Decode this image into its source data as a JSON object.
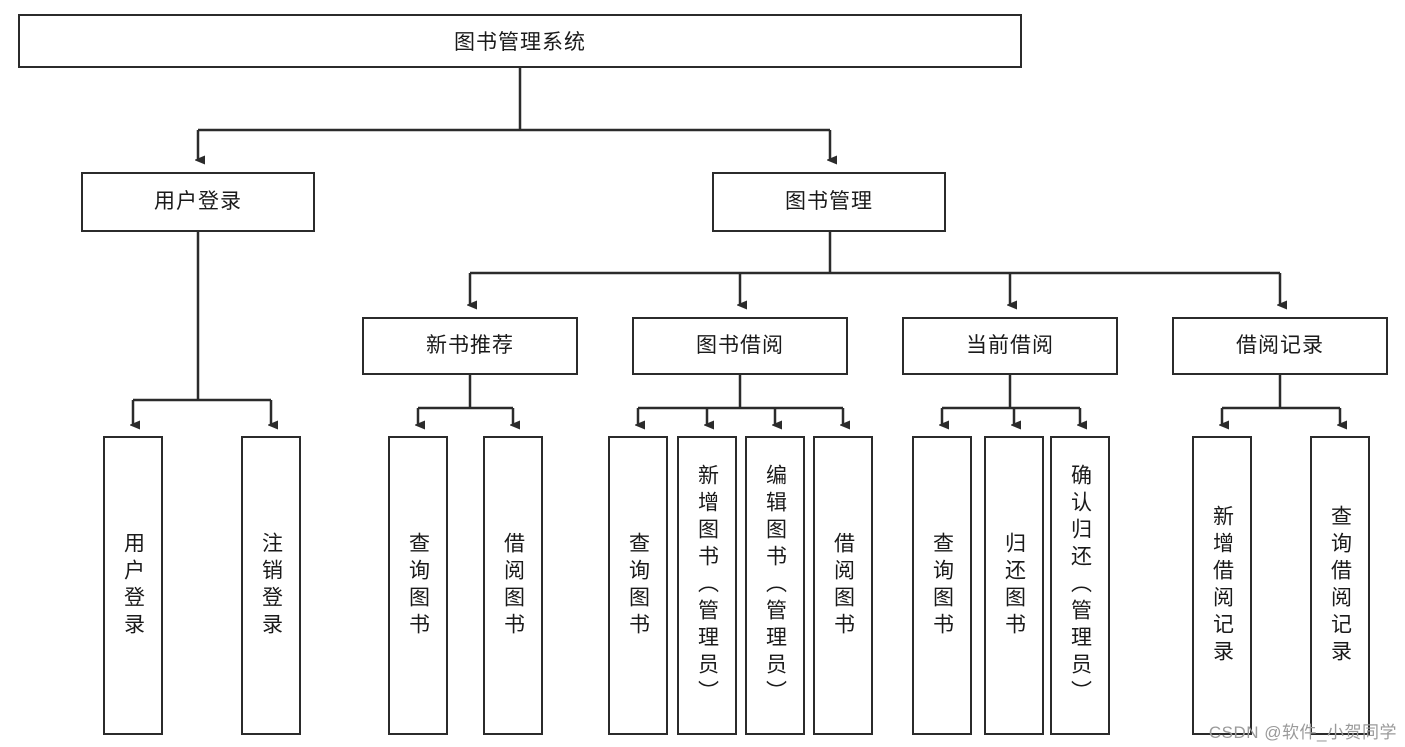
{
  "diagram": {
    "title": "图书管理系统",
    "type": "hierarchy-tree",
    "colors": {
      "node_border": "#2b2b2b",
      "node_fill": "#ffffff",
      "edge": "#2b2b2b",
      "text": "#1a1a1a",
      "watermark": "#9a9a9a"
    },
    "root": {
      "label": "图书管理系统"
    },
    "level2": [
      {
        "label": "用户登录"
      },
      {
        "label": "图书管理"
      }
    ],
    "level3": [
      {
        "label": "新书推荐"
      },
      {
        "label": "图书借阅"
      },
      {
        "label": "当前借阅"
      },
      {
        "label": "借阅记录"
      }
    ],
    "leaves": {
      "user_login": [
        {
          "label": "用户登录"
        },
        {
          "label": "注销登录"
        }
      ],
      "new_book_recommend": [
        {
          "label": "查询图书"
        },
        {
          "label": "借阅图书"
        }
      ],
      "book_borrow": [
        {
          "label": "查询图书"
        },
        {
          "label": "新增图书（管理员）"
        },
        {
          "label": "编辑图书（管理员）"
        },
        {
          "label": "借阅图书"
        }
      ],
      "current_borrow": [
        {
          "label": "查询图书"
        },
        {
          "label": "归还图书"
        },
        {
          "label": "确认归还（管理员）"
        }
      ],
      "borrow_record": [
        {
          "label": "新增借阅记录"
        },
        {
          "label": "查询借阅记录"
        }
      ]
    }
  },
  "watermark": {
    "text": "CSDN @软件_小贺同学"
  }
}
